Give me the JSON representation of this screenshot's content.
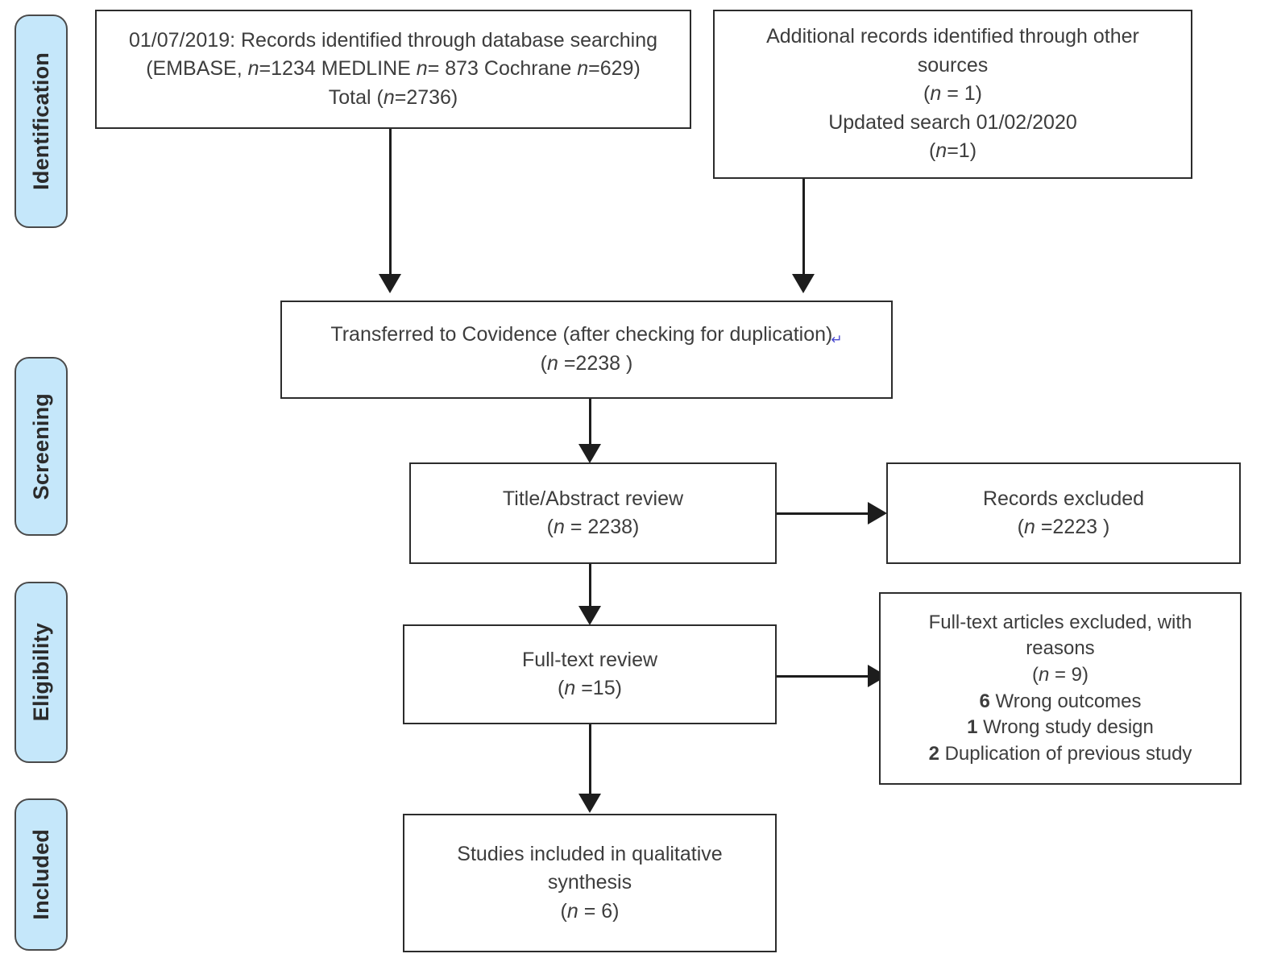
{
  "diagram": {
    "title": "PRISMA flow diagram",
    "type": "prisma-flowchart",
    "accent_color": "#c5e7fa",
    "border_color": "#2c2c2c"
  },
  "phases": [
    {
      "id": "identification",
      "label": "Identification"
    },
    {
      "id": "screening",
      "label": "Screening"
    },
    {
      "id": "eligibility",
      "label": "Eligibility"
    },
    {
      "id": "included",
      "label": "Included"
    }
  ],
  "boxes": {
    "database_search": {
      "line1": "01/07/2019: Records identified through database searching",
      "line2_a": "(EMBASE, ",
      "line2_n1": "n",
      "line2_b": "=1234 MEDLINE ",
      "line2_n2": "n",
      "line2_c": "= 873 Cochrane ",
      "line2_n3": "n",
      "line2_d": "=629)",
      "line3_a": "Total (",
      "line3_n": "n",
      "line3_b": "=2736)"
    },
    "other_sources": {
      "line1": "Additional records identified through other",
      "line2": "sources",
      "line3_a": "(",
      "line3_n": "n",
      "line3_b": " = 1)",
      "line4": "Updated search 01/02/2020",
      "line5_a": "(",
      "line5_n": "n",
      "line5_b": "=1)"
    },
    "covidence": {
      "line1": "Transferred to Covidence (after checking for duplication)",
      "line2_a": "(",
      "line2_n": "n",
      "line2_b": " =2238   )"
    },
    "title_abstract": {
      "line1": "Title/Abstract review",
      "line2_a": "(",
      "line2_n": "n",
      "line2_b": " = 2238)"
    },
    "records_excluded": {
      "line1": "Records excluded",
      "line2_a": "(",
      "line2_n": "n",
      "line2_b": " =2223   )"
    },
    "fulltext_review": {
      "line1": "Full-text review",
      "line2_a": "(",
      "line2_n": "n",
      "line2_b": " =15)"
    },
    "fulltext_excluded": {
      "line1": "Full-text articles excluded, with",
      "line2": "reasons",
      "line3_a": "(",
      "line3_n": "n",
      "line3_b": " = 9)",
      "reason1_count": "6",
      "reason1_text": " Wrong outcomes",
      "reason2_count": "1",
      "reason2_text": " Wrong study design",
      "reason3_count": "2",
      "reason3_text": " Duplication of previous study"
    },
    "included_studies": {
      "line1": "Studies included in qualitative",
      "line2": "synthesis",
      "line3_a": "(",
      "line3_n": "n",
      "line3_b": " = 6)"
    }
  },
  "counts": {
    "embase": 1234,
    "medline": 873,
    "cochrane": 629,
    "total_identified": 2736,
    "other_sources": 1,
    "updated_search": 1,
    "after_duplication": 2238,
    "title_abstract_screened": 2238,
    "records_excluded": 2223,
    "fulltext_reviewed": 15,
    "fulltext_excluded": 9,
    "excluded_wrong_outcomes": 6,
    "excluded_wrong_study_design": 1,
    "excluded_duplication": 2,
    "included": 6
  }
}
